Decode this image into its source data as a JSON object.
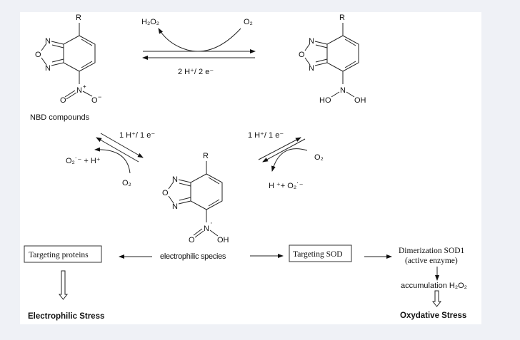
{
  "molecules": {
    "nbd": {
      "r": "R",
      "n1": "N",
      "o": "O",
      "n3": "N",
      "nitro_n": "N",
      "nitro_charge": "+",
      "o_left": "O",
      "o_right": "O",
      "o_right_charge": "−",
      "caption": "NBD compounds"
    },
    "hydroxylamine": {
      "r": "R",
      "n1": "N",
      "o": "O",
      "n3": "N",
      "n": "N",
      "ho": "HO",
      "oh": "OH"
    },
    "radical": {
      "r": "R",
      "n1": "N",
      "o": "O",
      "n3": "N",
      "n": "N",
      "radical_dot": "·",
      "o_left": "O",
      "oh": "OH"
    }
  },
  "top_reaction": {
    "product": "H₂O₂",
    "reactant": "O₂",
    "condition": "2 H⁺/ 2 e⁻"
  },
  "left_reaction": {
    "condition": "1 H⁺/ 1 e⁻",
    "product": "O₂˙⁻ + H⁺",
    "reactant": "O₂"
  },
  "right_reaction": {
    "condition": "1 H⁺/ 1 e⁻",
    "reactant": "O₂",
    "product": "H ⁺+ O₂˙⁻"
  },
  "pathway": {
    "center": "electrophilic species",
    "left_box": "Targeting proteins",
    "right_box": "Targeting SOD",
    "dimerization": "Dimerization  SOD1",
    "active_enzyme": "(active enzyme)",
    "accumulation": "accumulation H₂O₂",
    "left_outcome": "Electrophilic Stress",
    "right_outcome": "Oxydative  Stress"
  }
}
